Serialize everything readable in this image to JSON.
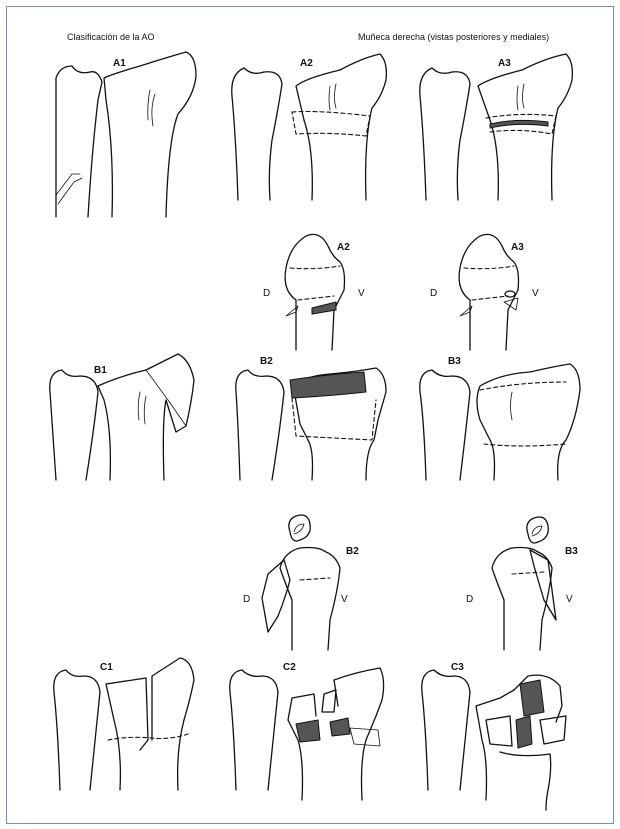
{
  "header": {
    "left_title": "Clasificación de la AO",
    "right_title": "Muñeca derecha (vistas posteriores y mediales)"
  },
  "labels": {
    "A1": "A1",
    "A2": "A2",
    "A3": "A3",
    "A2_lateral": "A2",
    "A3_lateral": "A3",
    "B1": "B1",
    "B2": "B2",
    "B3": "B3",
    "B2_lateral": "B2",
    "B3_lateral": "B3",
    "C1": "C1",
    "C2": "C2",
    "C3": "C3"
  },
  "side_labels": {
    "dorsal": "D",
    "volar": "V"
  },
  "colors": {
    "frame": "#6f8fc6",
    "ink": "#111111"
  }
}
